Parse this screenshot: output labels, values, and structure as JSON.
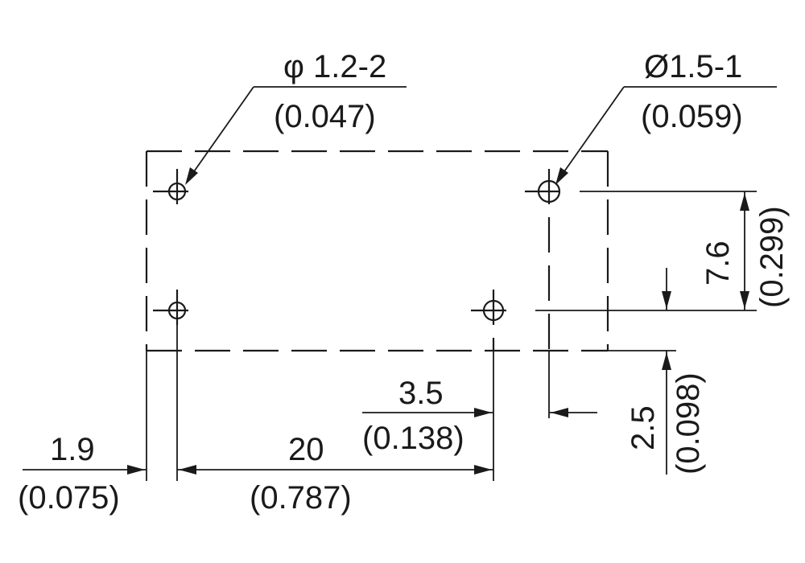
{
  "callouts": {
    "pin_hole": {
      "main": "φ 1.2-2",
      "sub": "(0.047)"
    },
    "mount_hole": {
      "main": "Ø1.5-1",
      "sub": "(0.059)"
    }
  },
  "dimensions": {
    "pitch_vertical": {
      "main": "7.6",
      "sub": "(0.299)"
    },
    "offset_vertical": {
      "main": "2.5",
      "sub": "(0.098)"
    },
    "offset_horizontal": {
      "main": "3.5",
      "sub": "(0.138)"
    },
    "pitch_horizontal": {
      "main": "20",
      "sub": "(0.787)"
    },
    "edge_left": {
      "main": "1.9",
      "sub": "(0.075)"
    }
  },
  "colors": {
    "ink": "#1a1a1a",
    "background": "#ffffff"
  }
}
